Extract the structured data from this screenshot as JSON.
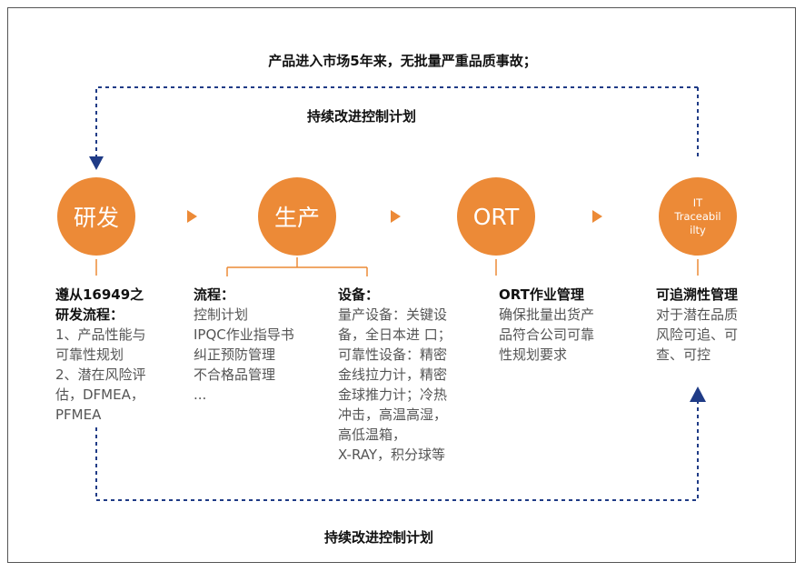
{
  "headline": "产品进入市场5年来，无批量严重品质事故；",
  "loop_labels": {
    "top": "持续改进控制计划",
    "bottom": "持续改进控制计划"
  },
  "stages": [
    {
      "label": "研发"
    },
    {
      "label": "生产"
    },
    {
      "label": "ORT"
    },
    {
      "label_lines": [
        "IT",
        "Traceabil",
        "ilty"
      ]
    }
  ],
  "columns": {
    "rd": {
      "heading_lines": [
        "遵从16949之",
        "研发流程："
      ],
      "lines": [
        "1、产品性能与",
        "可靠性规划",
        "2、潜在风险评",
        "估，DFMEA，",
        "PFMEA"
      ]
    },
    "process": {
      "heading": "流程：",
      "lines": [
        "控制计划",
        "IPQC作业指导书",
        "纠正预防管理",
        "不合格品管理",
        "..."
      ]
    },
    "equipment": {
      "heading": "设备：",
      "lines": [
        "量产设备：关键设",
        "备，全日本进 口；",
        "可靠性设备：精密",
        "金线拉力计，精密",
        "金球推力计；冷热",
        "冲击，高温高湿，",
        "高低温箱，",
        "X-RAY，积分球等"
      ]
    },
    "ort": {
      "heading": "ORT作业管理",
      "lines": [
        "确保批量出货产",
        "品符合公司可靠",
        "性规划要求"
      ]
    },
    "trace": {
      "heading": "可追溯性管理",
      "lines": [
        "对于潜在品质",
        "风险可追、可",
        "查、可控"
      ]
    }
  },
  "colors": {
    "accent": "#ec8a37",
    "loop": "#1f3b86",
    "text": "#555555",
    "heading": "#111111"
  }
}
